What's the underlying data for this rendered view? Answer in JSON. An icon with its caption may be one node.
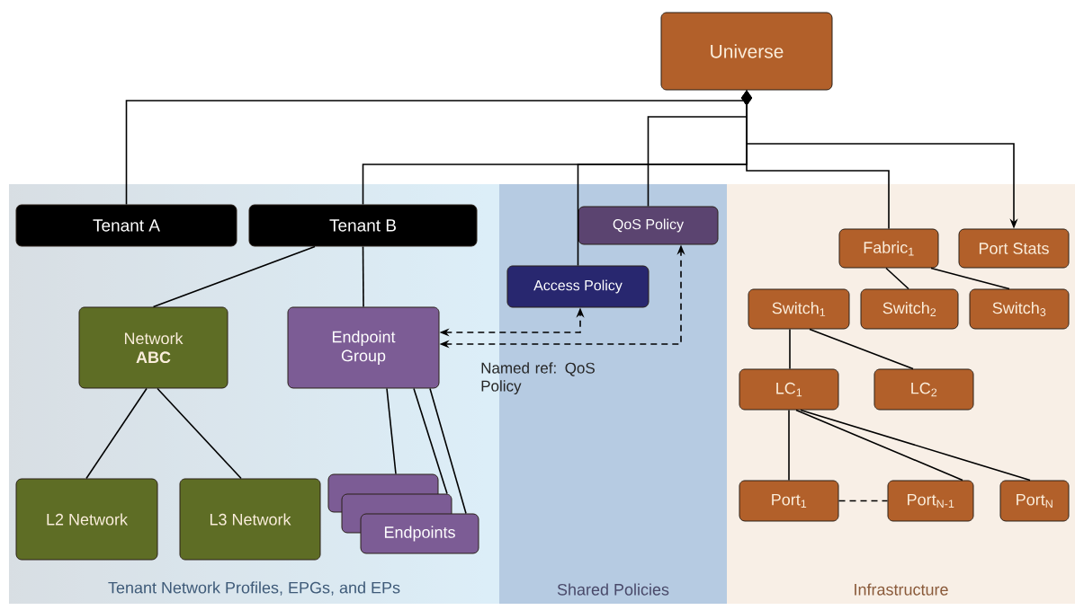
{
  "diagram": {
    "nodes": [
      {
        "text": [
          "Universe"
        ]
      },
      {
        "text": [
          "Tenant Network Profiles, EPGs, and EPs"
        ]
      },
      {
        "text": [
          "Tenant A"
        ],
        "in": 1
      },
      {
        "text": [
          "Tenant B"
        ],
        "in": 1
      },
      {
        "text": [
          "Network **ABC**"
        ],
        "in": 1
      },
      {
        "text": [
          "Endpoint Group"
        ],
        "in": 1
      },
      {
        "text": [
          "L2 Network"
        ],
        "in": 1
      },
      {
        "text": [
          "L3 Network"
        ],
        "in": 1
      },
      {
        "text": [],
        "shape": "box",
        "in": 1
      },
      {
        "text": [],
        "shape": "box",
        "in": 1
      },
      {
        "text": [
          "Endpoints"
        ],
        "in": 1
      },
      {
        "text": [
          "Shared Policies"
        ]
      },
      {
        "text": [
          "QoS Policy"
        ],
        "in": 11
      },
      {
        "text": [
          "Access Policy"
        ],
        "in": 11
      },
      {
        "text": [
          "Infrastructure"
        ]
      },
      {
        "text": [
          "Fabric$_{1}$"
        ],
        "in": 14
      },
      {
        "text": [
          "Port Stats"
        ],
        "in": 14
      },
      {
        "text": [
          "Switch$_{1}$"
        ],
        "in": 14
      },
      {
        "text": [
          "Switch$_{2}$"
        ],
        "in": 14
      },
      {
        "text": [
          "Switch$_{3}$"
        ],
        "in": 14
      },
      {
        "text": [
          "LC$_{1}$"
        ],
        "in": 14
      },
      {
        "text": [
          "LC$_{2}$"
        ],
        "in": 14
      },
      {
        "text": [
          "Port$_{1}$"
        ],
        "in": 14
      },
      {
        "text": [
          "Port$_{N-1}$"
        ],
        "in": 14
      },
      {
        "text": [
          "Port$_{N}$"
        ],
        "in": 14
      }
    ],
    "edges": [
      {
        "from": 0,
        "to": 2,
        "arrow": "other"
      },
      {
        "from": 0,
        "to": 12,
        "arrow": "other"
      },
      {
        "from": 0,
        "to": 3,
        "arrow": "other"
      },
      {
        "from": 0,
        "to": 13,
        "arrow": "other"
      },
      {
        "from": 0,
        "to": 15,
        "arrow": "other"
      },
      {
        "from": 0,
        "to": 16,
        "arrow": "to"
      },
      {
        "from": 3,
        "to": 4,
        "arrow": "none"
      },
      {
        "from": 3,
        "to": 5,
        "arrow": "none"
      },
      {
        "from": 4,
        "to": 6,
        "arrow": "none"
      },
      {
        "from": 4,
        "to": 7,
        "arrow": "none"
      },
      {
        "from": 5,
        "to": 8,
        "arrow": "none"
      },
      {
        "from": 5,
        "to": 9,
        "arrow": "none"
      },
      {
        "from": 5,
        "to": 10,
        "arrow": "none"
      },
      {
        "from": 5,
        "to": 13,
        "arrow": "both",
        "style": "dashed"
      },
      {
        "from": 5,
        "to": 12,
        "arrow": "both",
        "style": "dashed",
        "label": "Named ref: QoS Policy"
      },
      {
        "from": 15,
        "to": 18,
        "arrow": "none"
      },
      {
        "from": 15,
        "to": 19,
        "arrow": "none"
      },
      {
        "from": 17,
        "to": 20,
        "arrow": "none"
      },
      {
        "from": 17,
        "to": 21,
        "arrow": "none"
      },
      {
        "from": 20,
        "to": 22,
        "arrow": "none"
      },
      {
        "from": 20,
        "to": 23,
        "arrow": "none"
      },
      {
        "from": 20,
        "to": 24,
        "arrow": "none"
      },
      {
        "from": 22,
        "to": 23,
        "arrow": "none",
        "style": "dashed"
      }
    ]
  }
}
